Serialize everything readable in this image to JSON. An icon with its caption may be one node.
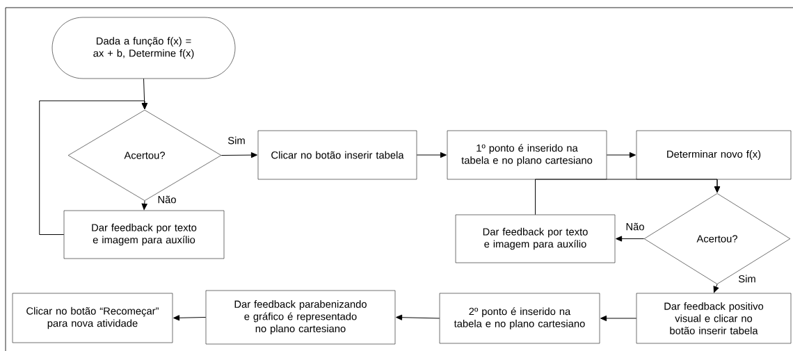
{
  "diagram": {
    "nodes": [
      {
        "text": [
          "Dada a função f(x) = ax + b, Determine f(x)"
        ]
      },
      {
        "text": [
          "Acertou?"
        ]
      },
      {
        "text": [
          "Clicar no botão inserir tabela"
        ]
      },
      {
        "text": [
          "1º ponto é inserido na tabela e no plano cartesiano"
        ]
      },
      {
        "text": [
          "Determinar novo f(x)"
        ]
      },
      {
        "text": [
          "Dar feedback por texto e imagem para auxílio"
        ]
      },
      {
        "text": [
          "Acertou?"
        ]
      },
      {
        "text": [
          "Dar feedback por texto e imagem para auxílio"
        ]
      },
      {
        "text": [
          "Dar feedback positivo visual e clicar no botão inserir tabela"
        ]
      },
      {
        "text": [
          "2º ponto é inserido na tabela e no plano cartesiano"
        ]
      },
      {
        "text": [
          "Dar feedback parabenizando e gráfico é representado no plano cartesiano"
        ]
      },
      {
        "text": [
          "Clicar no botão “Recomeçar” para nova atividade"
        ]
      }
    ],
    "edges": [
      {
        "from": 0,
        "to": 1,
        "arrow": "to"
      },
      {
        "from": 5,
        "to": 1,
        "arrow": "to"
      },
      {
        "from": 1,
        "to": 2,
        "arrow": "to",
        "label": "Sim"
      },
      {
        "from": 1,
        "to": 5,
        "arrow": "to",
        "label": "Não"
      },
      {
        "from": 2,
        "to": 3,
        "arrow": "to"
      },
      {
        "from": 3,
        "to": 4,
        "arrow": "to"
      },
      {
        "from": 4,
        "to": 6,
        "arrow": "to"
      },
      {
        "from": 7,
        "to": 6,
        "arrow": "to"
      },
      {
        "from": 6,
        "to": 7,
        "arrow": "to",
        "label": "Não"
      },
      {
        "from": 6,
        "to": 8,
        "arrow": "to",
        "label": "Sim"
      },
      {
        "from": 8,
        "to": 9,
        "arrow": "to"
      },
      {
        "from": 9,
        "to": 10,
        "arrow": "to"
      },
      {
        "from": 10,
        "to": 11,
        "arrow": "to"
      }
    ]
  }
}
